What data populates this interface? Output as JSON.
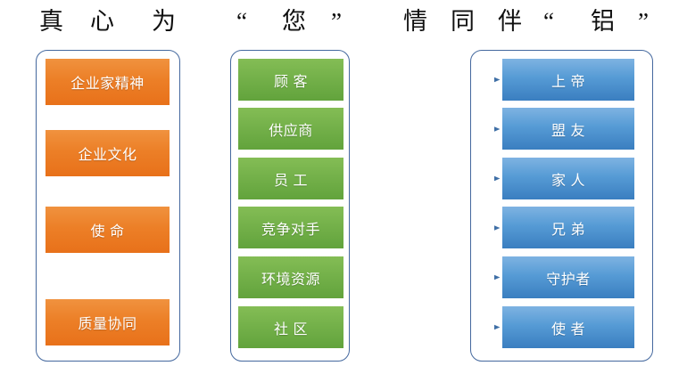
{
  "heading": {
    "chars": [
      {
        "text": "真",
        "cls": "h-zhen"
      },
      {
        "text": "心",
        "cls": "h-xin"
      },
      {
        "text": "为",
        "cls": "h-wei"
      },
      {
        "text": "“",
        "cls": "h-q1"
      },
      {
        "text": "您",
        "cls": "h-nin"
      },
      {
        "text": "”",
        "cls": "h-q2"
      },
      {
        "text": "情",
        "cls": "h-qing"
      },
      {
        "text": "同",
        "cls": "h-tong"
      },
      {
        "text": "伴",
        "cls": "h-ban"
      },
      {
        "text": "“",
        "cls": "h-q3"
      },
      {
        "text": "铝",
        "cls": "h-lv"
      },
      {
        "text": "”",
        "cls": "h-q4"
      }
    ],
    "full_text": "真 心 为 “ 您 ” 情 同 伴 “ 铝 ”"
  },
  "left_panel": {
    "name": "values-panel",
    "items": [
      {
        "label": "企业家精神"
      },
      {
        "label": "企业文化"
      },
      {
        "label": "使 命"
      },
      {
        "label": "质量协同"
      }
    ]
  },
  "middle_panel": {
    "name": "stakeholders-panel",
    "items": [
      {
        "label": "顾 客"
      },
      {
        "label": "供应商"
      },
      {
        "label": "员 工"
      },
      {
        "label": "竞争对手"
      },
      {
        "label": "环境资源"
      },
      {
        "label": "社 区"
      }
    ]
  },
  "right_panel": {
    "name": "roles-panel",
    "items": [
      {
        "label": "上 帝"
      },
      {
        "label": "盟 友"
      },
      {
        "label": "家 人"
      },
      {
        "label": "兄 弟"
      },
      {
        "label": "守护者"
      },
      {
        "label": "使 者"
      }
    ]
  },
  "mappings": [
    {
      "from": "顾 客",
      "to": "上 帝"
    },
    {
      "from": "供应商",
      "to": "盟 友"
    },
    {
      "from": "员 工",
      "to": "家 人"
    },
    {
      "from": "竞争对手",
      "to": "兄 弟"
    },
    {
      "from": "环境资源",
      "to": "守护者"
    },
    {
      "from": "社 区",
      "to": "使 者"
    }
  ],
  "colors": {
    "orange_top": "#F0923F",
    "orange_bottom": "#E8711A",
    "green_top": "#84BD55",
    "green_bottom": "#62A33C",
    "blue_top": "#7EB3E2",
    "blue_bottom": "#3A7EC0",
    "outline": "#44689E",
    "arrow": "#4A76A8",
    "text": "#FFFFFF",
    "heading_text": "#101010",
    "background": "#FFFFFF"
  }
}
